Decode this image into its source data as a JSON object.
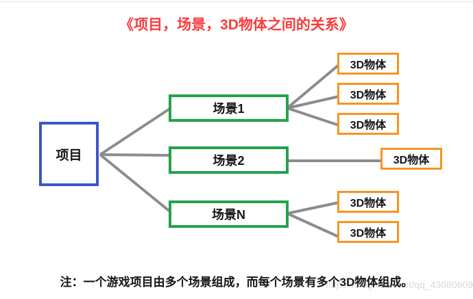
{
  "title": "《项目，场景，3D物体之间的关系》",
  "note": "注：一个游戏项目由多个场景组成，而每个场景有多个3D物体组成。",
  "watermark": "https://blog.csdn.net/qq_43080609",
  "nodes": {
    "project": {
      "label": "项目"
    },
    "scenes": [
      {
        "label": "场景1"
      },
      {
        "label": "场景2"
      },
      {
        "label": "场景N"
      }
    ],
    "scene1_objects": [
      "3D物体",
      "3D物体",
      "3D物体"
    ],
    "scene2_objects": [
      "3D物体"
    ],
    "sceneN_objects": [
      "3D物体",
      "3D物体"
    ]
  },
  "edges": [
    {
      "from": "nodes.project",
      "to": "nodes.scenes.0"
    },
    {
      "from": "nodes.project",
      "to": "nodes.scenes.1"
    },
    {
      "from": "nodes.project",
      "to": "nodes.scenes.2"
    },
    {
      "from": "nodes.scenes.0",
      "to": "nodes.scene1_objects.0"
    },
    {
      "from": "nodes.scenes.0",
      "to": "nodes.scene1_objects.1"
    },
    {
      "from": "nodes.scenes.0",
      "to": "nodes.scene1_objects.2"
    },
    {
      "from": "nodes.scenes.1",
      "to": "nodes.scene2_objects.0"
    },
    {
      "from": "nodes.scenes.2",
      "to": "nodes.sceneN_objects.0"
    },
    {
      "from": "nodes.scenes.2",
      "to": "nodes.sceneN_objects.1"
    }
  ],
  "colors": {
    "title": "#fb3b3b",
    "project": "#3d55c8",
    "scene": "#24a24c",
    "object": "#f7941e",
    "line": "#8c8c8c",
    "text": "#141414",
    "watermark": "#d9d9d9"
  }
}
